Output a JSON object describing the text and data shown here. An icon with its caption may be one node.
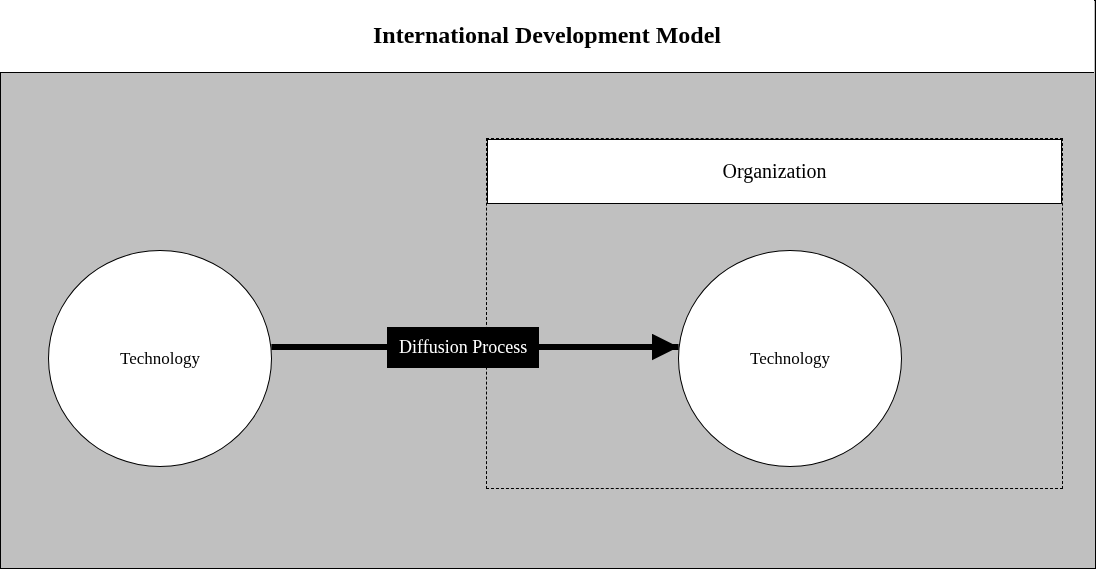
{
  "diagram": {
    "title": "International Development Model",
    "nodes": [
      {
        "text": [
          "Technology"
        ]
      },
      {
        "text": [
          "Organization"
        ]
      },
      {
        "text": [
          "Technology"
        ],
        "in": 1
      }
    ],
    "edges": [
      {
        "from": 0,
        "to": 2,
        "arrow": "to",
        "label": "Diffusion Process"
      }
    ]
  }
}
